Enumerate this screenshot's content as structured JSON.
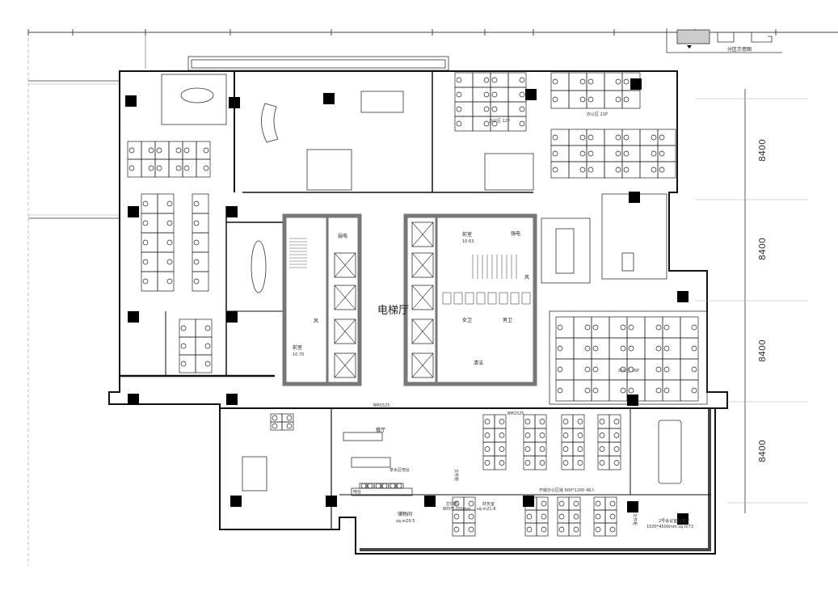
{
  "legend": {
    "label": "分区示意图"
  },
  "core": {
    "elevator_hall": "电梯厅",
    "anteroom_left": "前室",
    "anteroom_left_area": "10.70",
    "anteroom_right": "前室",
    "anteroom_right_area": "10.63",
    "weak_power": "弱电",
    "strong_power": "强电",
    "female_wc": "女卫",
    "male_wc": "男卫",
    "cleaning": "清洁",
    "wind": "风"
  },
  "rooms": {
    "door_left": "BM1525",
    "door_right": "BM1525",
    "pantry_bar": "茶水区吧台",
    "bar": "吧台",
    "dining": "餐厅",
    "storage": "储物间",
    "storage_area": "sq.m29.5",
    "printer": "打印机",
    "printer_size": "800*1200mm",
    "finance": "财务室",
    "finance_area": "sq.m21.8",
    "file_cabinet": "文件柜",
    "open_office": "开敞办公区域 600*1200 48人",
    "meeting2": "2号会议室及展厅",
    "meeting2_size": "1500*4500mm  sq.m73",
    "office_12p": "办公区 12P",
    "office_21p": "办公区 21P",
    "office_26p": "办公区 26P"
  },
  "dimensions": [
    "8400",
    "8400",
    "8400",
    "8400"
  ],
  "accent": {
    "wall": "#111111",
    "core": "#777777",
    "column": "#000000"
  }
}
